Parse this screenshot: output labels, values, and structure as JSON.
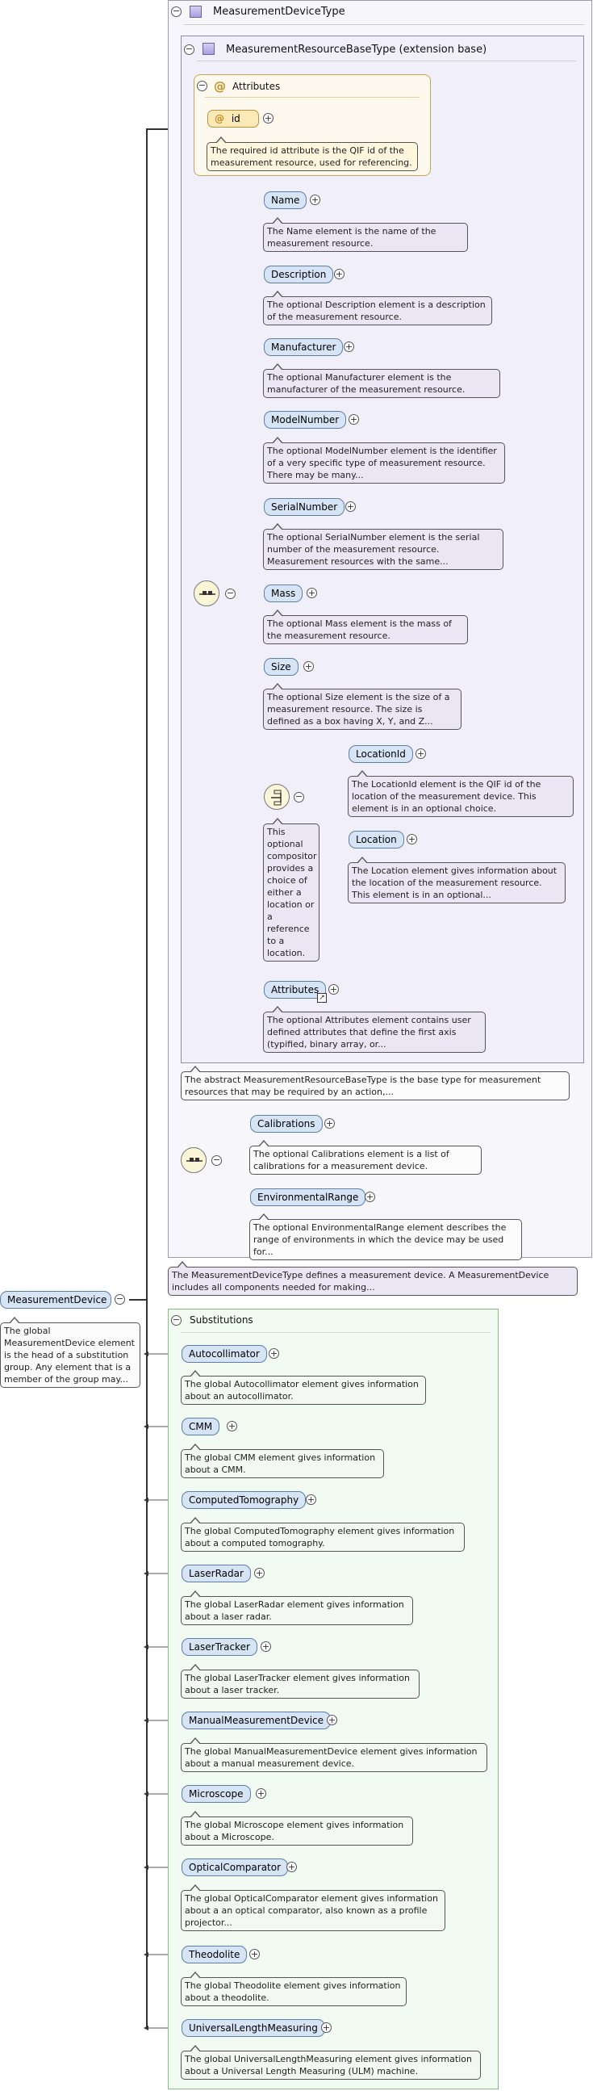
{
  "root": {
    "name": "MeasurementDevice",
    "annotation": "The global MeasurementDevice element is the head of a substitution group. Any element that is a member of the group may..."
  },
  "type": {
    "title": "MeasurementDeviceType",
    "annotation": "The MeasurementDeviceType defines a measurement device. A MeasurementDevice includes all components needed for making..."
  },
  "base": {
    "title": "MeasurementResourceBaseType (extension base)",
    "annotation": "The abstract MeasurementResourceBaseType is the base type for measurement resources that may be required by an action,..."
  },
  "attributes": {
    "title": "Attributes",
    "items": [
      {
        "name": "id",
        "annotation": "The required id attribute is the QIF id of the measurement resource, used for referencing."
      }
    ]
  },
  "sequence_elements": [
    {
      "name": "Name",
      "annotation": "The Name element is the name of the measurement resource."
    },
    {
      "name": "Description",
      "annotation": "The optional Description element is a description of the measurement resource."
    },
    {
      "name": "Manufacturer",
      "annotation": "The optional Manufacturer element is the manufacturer of the measurement resource."
    },
    {
      "name": "ModelNumber",
      "annotation": "The optional ModelNumber element is the identifier of a very specific type of measurement resource. There may be many..."
    },
    {
      "name": "SerialNumber",
      "annotation": "The optional SerialNumber element is the serial number of the measurement resource. Measurement resources with the same..."
    },
    {
      "name": "Mass",
      "annotation": "The optional Mass element is the mass of the measurement resource."
    },
    {
      "name": "Size",
      "annotation": "The optional Size element is the size of a measurement resource. The size is defined as a box having X, Y, and Z..."
    }
  ],
  "choice": {
    "annotation": "This optional compositor provides a choice of either a location or a reference to a location.",
    "elements": [
      {
        "name": "LocationId",
        "annotation": "The LocationId element is the QIF id of the location of the measurement device. This element is in an optional choice."
      },
      {
        "name": "Location",
        "annotation": "The Location element gives information about the location of the measurement resource. This element is in an optional..."
      }
    ]
  },
  "attributes_element": {
    "name": "Attributes",
    "annotation": "The optional Attributes element contains user defined attributes that define the first axis (typified, binary array, or..."
  },
  "type_elements": [
    {
      "name": "Calibrations",
      "annotation": "The optional Calibrations element is a list of calibrations for a measurement device."
    },
    {
      "name": "EnvironmentalRange",
      "annotation": "The optional EnvironmentalRange element describes the range of environments in which the device may be used for..."
    }
  ],
  "substitutions": {
    "title": "Substitutions",
    "items": [
      {
        "name": "Autocollimator",
        "annotation": "The global Autocollimator element gives information about an autocollimator."
      },
      {
        "name": "CMM",
        "annotation": "The global CMM element gives information about a CMM."
      },
      {
        "name": "ComputedTomography",
        "annotation": "The global ComputedTomography element gives information about a computed tomography."
      },
      {
        "name": "LaserRadar",
        "annotation": "The global LaserRadar element gives information about a laser radar."
      },
      {
        "name": "LaserTracker",
        "annotation": "The global LaserTracker element gives information about a laser tracker."
      },
      {
        "name": "ManualMeasurementDevice",
        "annotation": "The global ManualMeasurementDevice element gives information about a manual measurement device."
      },
      {
        "name": "Microscope",
        "annotation": "The global Microscope element gives information about a Microscope."
      },
      {
        "name": "OpticalComparator",
        "annotation": "The global OpticalComparator element gives information about a an optical comparator, also known as a profile projector..."
      },
      {
        "name": "Theodolite",
        "annotation": "The global Theodolite element gives information about a theodolite."
      },
      {
        "name": "UniversalLengthMeasuring",
        "annotation": "The global UniversalLengthMeasuring element gives information about a Universal Length Measuring (ULM) machine."
      }
    ]
  }
}
